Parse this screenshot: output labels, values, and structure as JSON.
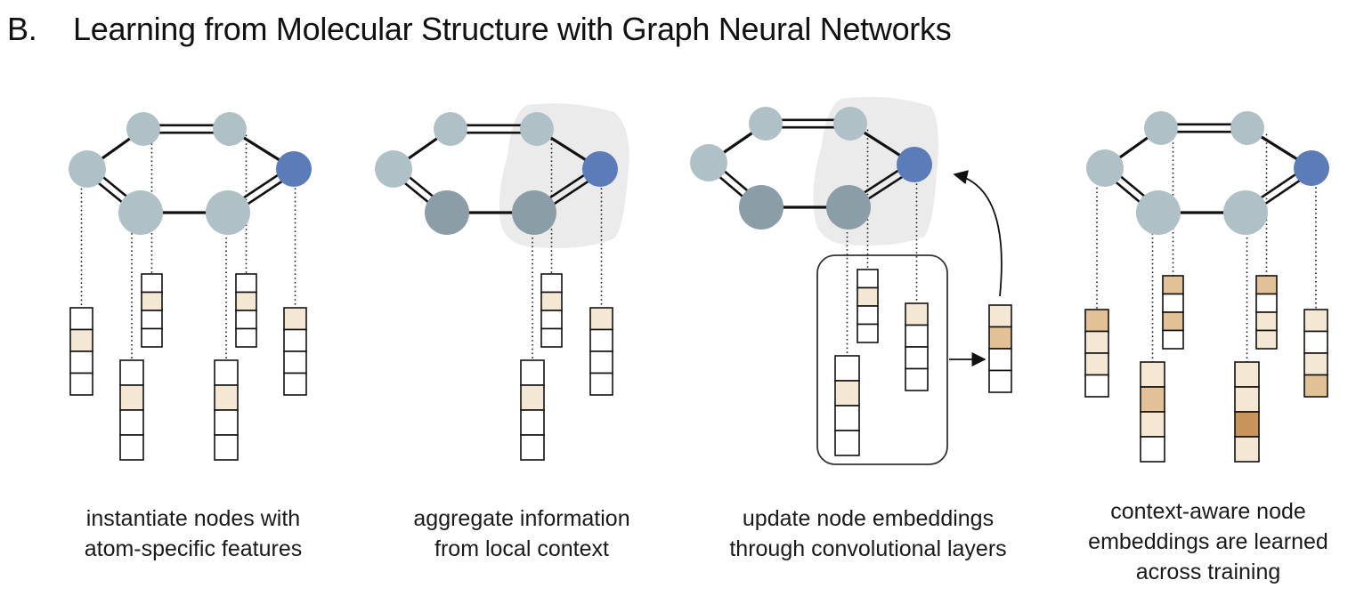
{
  "panel_letter": "B.",
  "title": "Learning from Molecular Structure with Graph Neural Networks",
  "colors": {
    "node_default": "#afc0c6",
    "node_aggregated": "#8b9ea8",
    "node_target": "#5b7bb9",
    "bond": "#111111",
    "context_halo": "#ebebeb",
    "feature_light": "#f4e7d4",
    "feature_mid": "#e3c196",
    "feature_dark": "#c9935c"
  },
  "panels": [
    {
      "id": "instantiate",
      "caption_lines": [
        "instantiate nodes with",
        "atom-specific features"
      ],
      "node_states": [
        "default",
        "default",
        "default",
        "default",
        "default",
        "target"
      ],
      "halo": false,
      "group_box": false
    },
    {
      "id": "aggregate",
      "caption_lines": [
        "aggregate information",
        "from local context"
      ],
      "node_states": [
        "default",
        "default",
        "default",
        "aggregated",
        "aggregated",
        "target"
      ],
      "halo": true,
      "group_box": false
    },
    {
      "id": "update",
      "caption_lines": [
        "update node embeddings",
        "through convolutional layers"
      ],
      "node_states": [
        "default",
        "default",
        "default",
        "aggregated",
        "aggregated",
        "target"
      ],
      "halo": true,
      "group_box": true
    },
    {
      "id": "learned",
      "caption_lines": [
        "context-aware node",
        "embeddings are learned",
        "across training"
      ],
      "node_states": [
        "default",
        "default",
        "default",
        "default",
        "default",
        "target"
      ],
      "halo": false,
      "group_box": false
    }
  ]
}
